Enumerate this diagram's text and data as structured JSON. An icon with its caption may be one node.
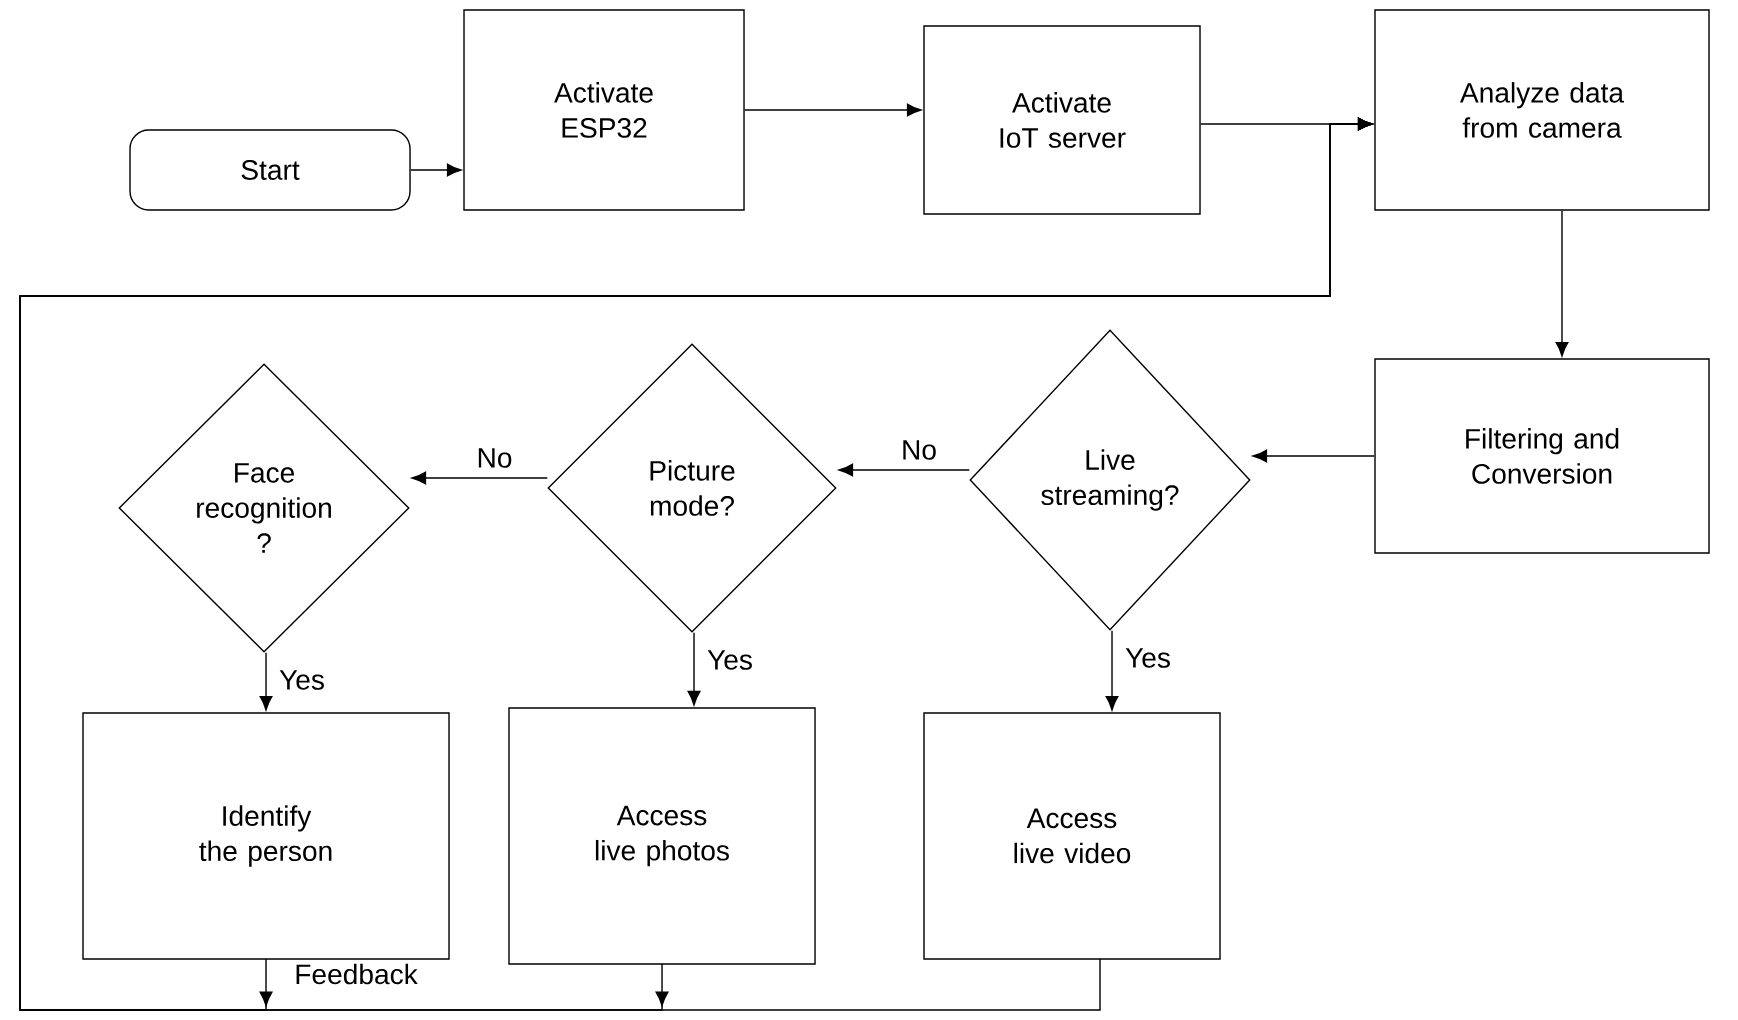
{
  "diagram": {
    "nodes": [
      {
        "text": [
          "Start"
        ]
      },
      {
        "text": [
          "Activate ESP32"
        ]
      },
      {
        "text": [
          "Activate IoT server"
        ]
      },
      {
        "text": [
          "Analyze data from camera"
        ]
      },
      {
        "text": [
          "Filtering and Conversion"
        ]
      },
      {
        "text": [
          "Live streaming?"
        ]
      },
      {
        "text": [
          "Picture mode?"
        ]
      },
      {
        "text": [
          "Face recognition ?"
        ]
      },
      {
        "text": [
          "Identify the person"
        ]
      },
      {
        "text": [
          "Access live photos"
        ]
      },
      {
        "text": [
          "Access live video"
        ]
      }
    ],
    "edges": [
      {
        "from": 0,
        "to": 1,
        "arrow": "to"
      },
      {
        "from": 1,
        "to": 2,
        "arrow": "to"
      },
      {
        "from": 2,
        "to": 3,
        "arrow": "to"
      },
      {
        "from": 3,
        "to": 4,
        "arrow": "to"
      },
      {
        "from": 4,
        "to": 5,
        "arrow": "to"
      },
      {
        "from": 5,
        "to": 6,
        "arrow": "to",
        "label": "No"
      },
      {
        "from": 6,
        "to": 7,
        "arrow": "to",
        "label": "No"
      },
      {
        "from": 7,
        "to": 8,
        "arrow": "to",
        "label": "Yes"
      },
      {
        "from": 6,
        "to": 9,
        "arrow": "to",
        "label": "Yes"
      },
      {
        "from": 5,
        "to": 10,
        "arrow": "to",
        "label": "Yes"
      },
      {
        "from": 8,
        "to": 3,
        "arrow": "to",
        "label": "Feedback"
      },
      {
        "from": 9,
        "to": 3,
        "arrow": "to"
      },
      {
        "from": 10,
        "to": 3,
        "arrow": "to"
      }
    ]
  }
}
